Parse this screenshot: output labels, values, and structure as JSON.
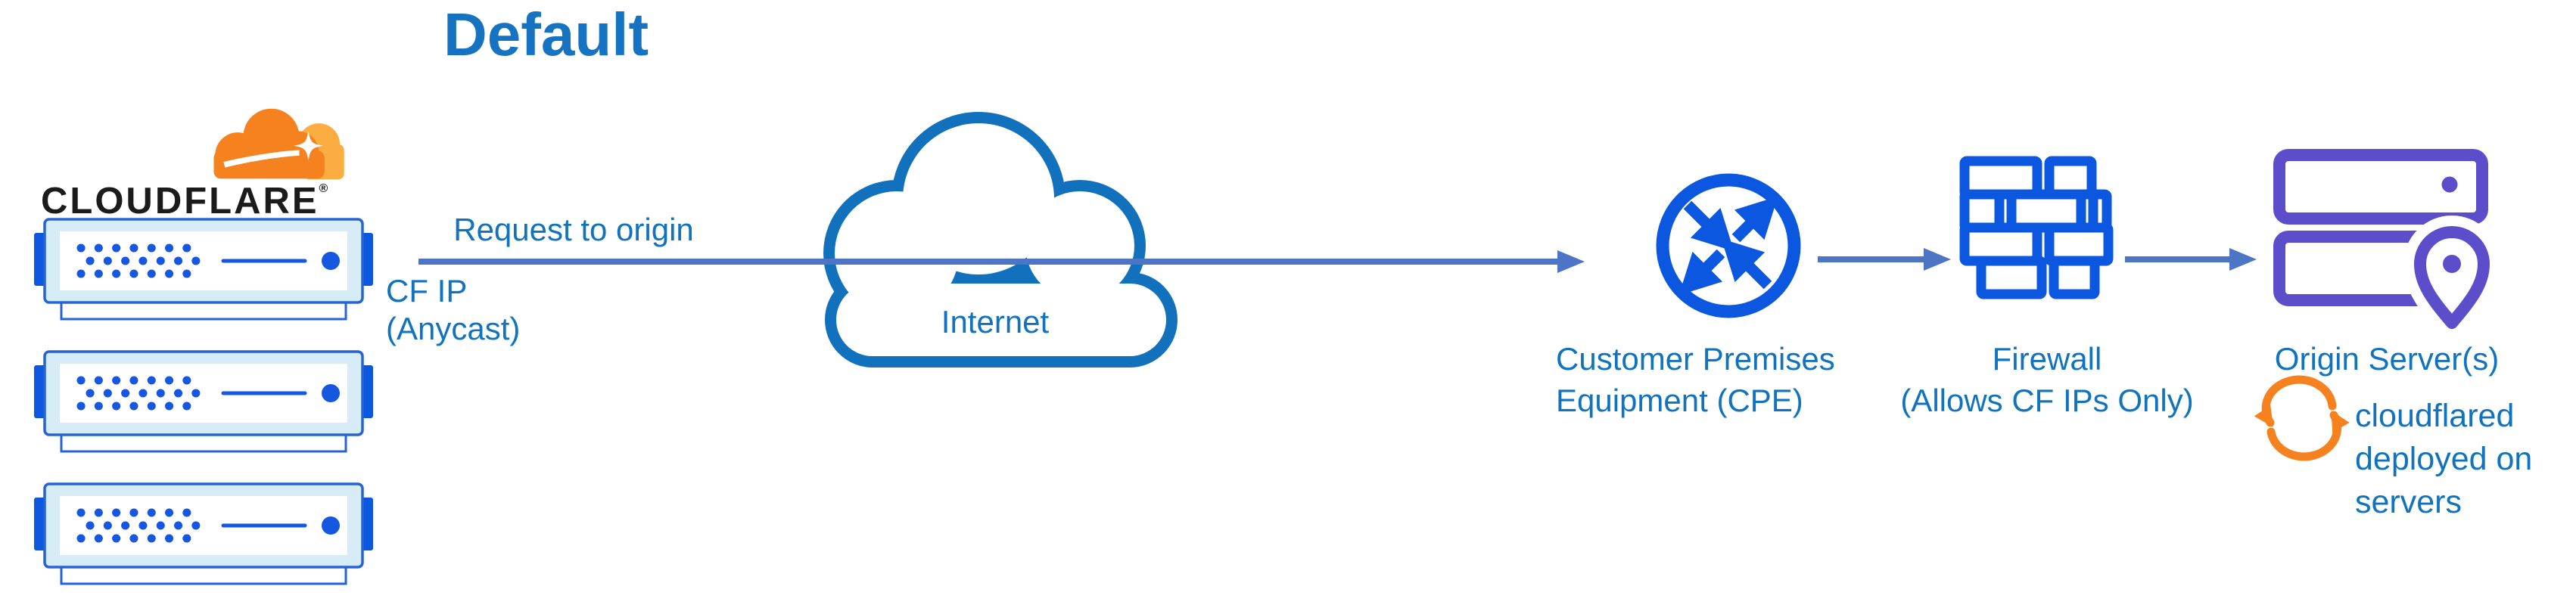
{
  "title": "Default",
  "cloudflare": {
    "wordmark": "CLOUDFLARE",
    "reg_mark": "®"
  },
  "request_arrow": {
    "label": "Request to origin",
    "sublabel_line1": "CF IP",
    "sublabel_line2": "(Anycast)"
  },
  "internet": {
    "label": "Internet"
  },
  "cpe": {
    "label_line1": "Customer Premises",
    "label_line2": "Equipment (CPE)"
  },
  "firewall": {
    "label_line1": "Firewall",
    "label_line2": "(Allows CF IPs Only)"
  },
  "origin": {
    "label": "Origin Server(s)",
    "note_line1": "cloudflared",
    "note_line2": "deployed on",
    "note_line3": "servers"
  },
  "colors": {
    "title_blue": "#1673C2",
    "label_text_blue": "#1173BD",
    "arrow_blue": "#4E74C6",
    "icon_blue": "#0B57E0",
    "server_outline_blue": "#2563D6",
    "server_fill_light_blue": "#D6ECF6",
    "server_dot_blue": "#1557E0",
    "internet_cloud_stroke": "#1271BD",
    "origin_purple": "#5C4ECB",
    "cloudflare_orange": "#F6821F",
    "cloudflare_orange_light": "#FBAD41",
    "wordmark_black": "#1B1B1B"
  }
}
